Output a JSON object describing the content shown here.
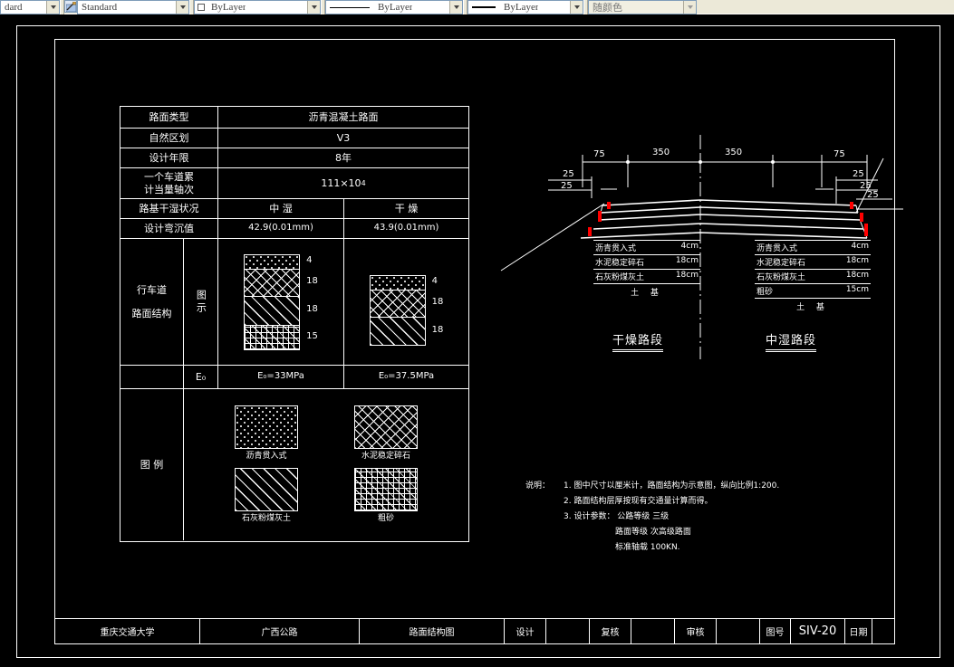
{
  "toolbar": {
    "style_combo_left": "dard",
    "dimstyle_combo": "Standard",
    "layer_combo": "ByLayer",
    "linetype_combo": "ByLayer",
    "lineweight_combo": "ByLayer",
    "plotstyle_combo": "随颜色"
  },
  "table": {
    "rows": {
      "pavement_type_label": "路面类型",
      "pavement_type_value": "沥青混凝土路面",
      "natural_zone_label": "自然区划",
      "natural_zone_value": "V3",
      "design_life_label": "设计年限",
      "design_life_value": "8年",
      "axle_load_label_l1": "一个车道累",
      "axle_load_label_l2": "计当量轴次",
      "axle_load_value": "111×10",
      "axle_load_exp": "4",
      "subgrade_label": "路基干湿状况",
      "subgrade_wet": "中  湿",
      "subgrade_dry": "干  燥",
      "deflection_label": "设计弯沉值",
      "deflection_wet": "42.9(0.01mm)",
      "deflection_dry": "43.9(0.01mm)",
      "structure_label_l1": "行车道",
      "structure_label_l2": "路面结构",
      "diagram_label": "图示",
      "e0_label": "E₀",
      "e0_wet": "E₀=33MPa",
      "e0_dry": "E₀=37.5MPa",
      "legend_label": "图  例"
    },
    "structure_wet": [
      {
        "material": "asphalt",
        "thickness": "4"
      },
      {
        "material": "cement",
        "thickness": "18"
      },
      {
        "material": "lime",
        "thickness": "18"
      },
      {
        "material": "sand",
        "thickness": "15"
      }
    ],
    "structure_dry": [
      {
        "material": "asphalt",
        "thickness": "4"
      },
      {
        "material": "cement",
        "thickness": "18"
      },
      {
        "material": "lime",
        "thickness": "18"
      }
    ],
    "legend_items": [
      {
        "pattern": "asphalt",
        "label": "沥青贯入式"
      },
      {
        "pattern": "cement",
        "label": "水泥稳定碎石"
      },
      {
        "pattern": "lime",
        "label": "石灰粉煤灰土"
      },
      {
        "pattern": "sand",
        "label": "粗砂"
      }
    ]
  },
  "cross_section": {
    "dimensions": {
      "left_shoulder": "75",
      "left_lane": "350",
      "right_lane": "350",
      "right_shoulder": "75",
      "left_crossfall_a": "25",
      "left_crossfall_b": "25",
      "right_crossfall_a": "25",
      "right_crossfall_b": "25",
      "right_crossfall_c": "25"
    },
    "dry_section": {
      "title": "干燥路段",
      "layers": [
        {
          "name": "沥青贯入式",
          "thickness": "4cm"
        },
        {
          "name": "水泥稳定碎石",
          "thickness": "18cm"
        },
        {
          "name": "石灰粉煤灰土",
          "thickness": "18cm"
        }
      ],
      "subgrade": "土  基"
    },
    "wet_section": {
      "title": "中湿路段",
      "layers": [
        {
          "name": "沥青贯入式",
          "thickness": "4cm"
        },
        {
          "name": "水泥稳定碎石",
          "thickness": "18cm"
        },
        {
          "name": "石灰粉煤灰土",
          "thickness": "18cm"
        },
        {
          "name": "粗砂",
          "thickness": "15cm"
        }
      ],
      "subgrade": "土  基"
    }
  },
  "notes": {
    "heading": "说明：",
    "items": [
      "1. 图中尺寸以厘米计，路面结构为示意图，纵向比例1:200.",
      "2. 路面结构层厚按现有交通量计算而得。",
      "3. 设计参数：  公路等级 三级"
    ],
    "sub_items": [
      "路面等级 次高级路面",
      "标准轴载 100KN."
    ]
  },
  "title_block": {
    "university": "重庆交通大学",
    "project": "广西公路",
    "drawing_title": "路面结构图",
    "design_label": "设计",
    "design_value": "",
    "review_label": "复核",
    "review_value": "",
    "approve_label": "审核",
    "approve_value": "",
    "number_label": "图号",
    "number_value": "SIV-20",
    "date_label": "日期",
    "date_value": ""
  }
}
